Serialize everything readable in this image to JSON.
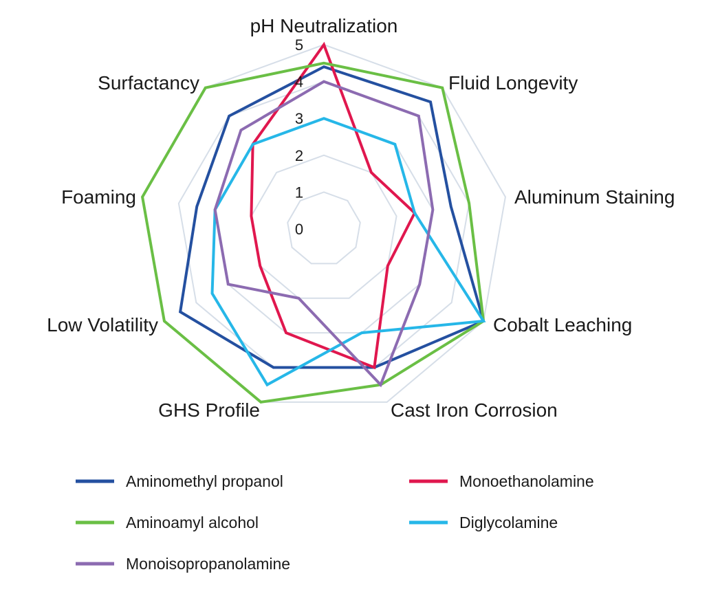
{
  "chart_data": {
    "type": "radar",
    "axes": [
      "pH Neutralization",
      "Fluid Longevity",
      "Aluminum Staining",
      "Cobalt Leaching",
      "Cast Iron Corrosion",
      "GHS Profile",
      "Low Volatility",
      "Foaming",
      "Surfactancy"
    ],
    "rlim": [
      0,
      5
    ],
    "ticks": [
      "0",
      "1",
      "2",
      "3",
      "4",
      "5"
    ],
    "grid": true,
    "legend_position": "bottom",
    "series": [
      {
        "name": "Aminomethyl propanol",
        "color": "#2450a0",
        "values": [
          4.4,
          4.5,
          3.5,
          5,
          4,
          4,
          4.5,
          3.5,
          4
        ]
      },
      {
        "name": "Monoethanolamine",
        "color": "#e0174e",
        "values": [
          5,
          2,
          2.5,
          2,
          4,
          3,
          2,
          2,
          3
        ]
      },
      {
        "name": "Aminoamyl alcohol",
        "color": "#6abf45",
        "values": [
          4.5,
          5,
          4,
          5,
          4.5,
          5,
          5,
          5,
          5
        ]
      },
      {
        "name": "Diglycolamine",
        "color": "#26b7e8",
        "values": [
          3,
          3,
          2.5,
          5,
          3,
          4.5,
          3.5,
          3,
          3
        ]
      },
      {
        "name": "Monoisopropanolamine",
        "color": "#8c6bb1",
        "values": [
          4,
          4,
          3,
          3,
          4.5,
          2,
          3,
          3,
          3.5
        ]
      }
    ]
  }
}
